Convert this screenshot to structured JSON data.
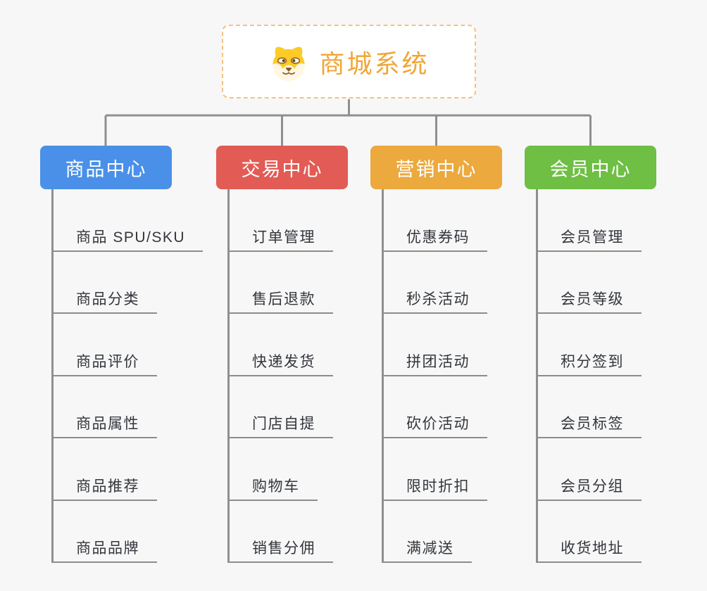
{
  "page": {
    "background_color": "#f7f7f7",
    "connector_color": "#8f8f8f",
    "underline_color": "#8c8c8c",
    "topic_text_color": "#33363c"
  },
  "root": {
    "label": "商城系统",
    "icon": "dog-face-icon",
    "text_color": "#f0a637",
    "border_color": "#f6c27d",
    "background": "#ffffff"
  },
  "branches": [
    {
      "id": "product-center",
      "label": "商品中心",
      "color": "#4a90e8",
      "items": [
        "商品 SPU/SKU",
        "商品分类",
        "商品评价",
        "商品属性",
        "商品推荐",
        "商品品牌"
      ]
    },
    {
      "id": "trade-center",
      "label": "交易中心",
      "color": "#e25b55",
      "items": [
        "订单管理",
        "售后退款",
        "快递发货",
        "门店自提",
        "购物车",
        "销售分佣"
      ]
    },
    {
      "id": "marketing-center",
      "label": "营销中心",
      "color": "#eba93e",
      "items": [
        "优惠券码",
        "秒杀活动",
        "拼团活动",
        "砍价活动",
        "限时折扣",
        "满减送"
      ]
    },
    {
      "id": "member-center",
      "label": "会员中心",
      "color": "#6ebf44",
      "items": [
        "会员管理",
        "会员等级",
        "积分签到",
        "会员标签",
        "会员分组",
        "收货地址"
      ]
    }
  ]
}
